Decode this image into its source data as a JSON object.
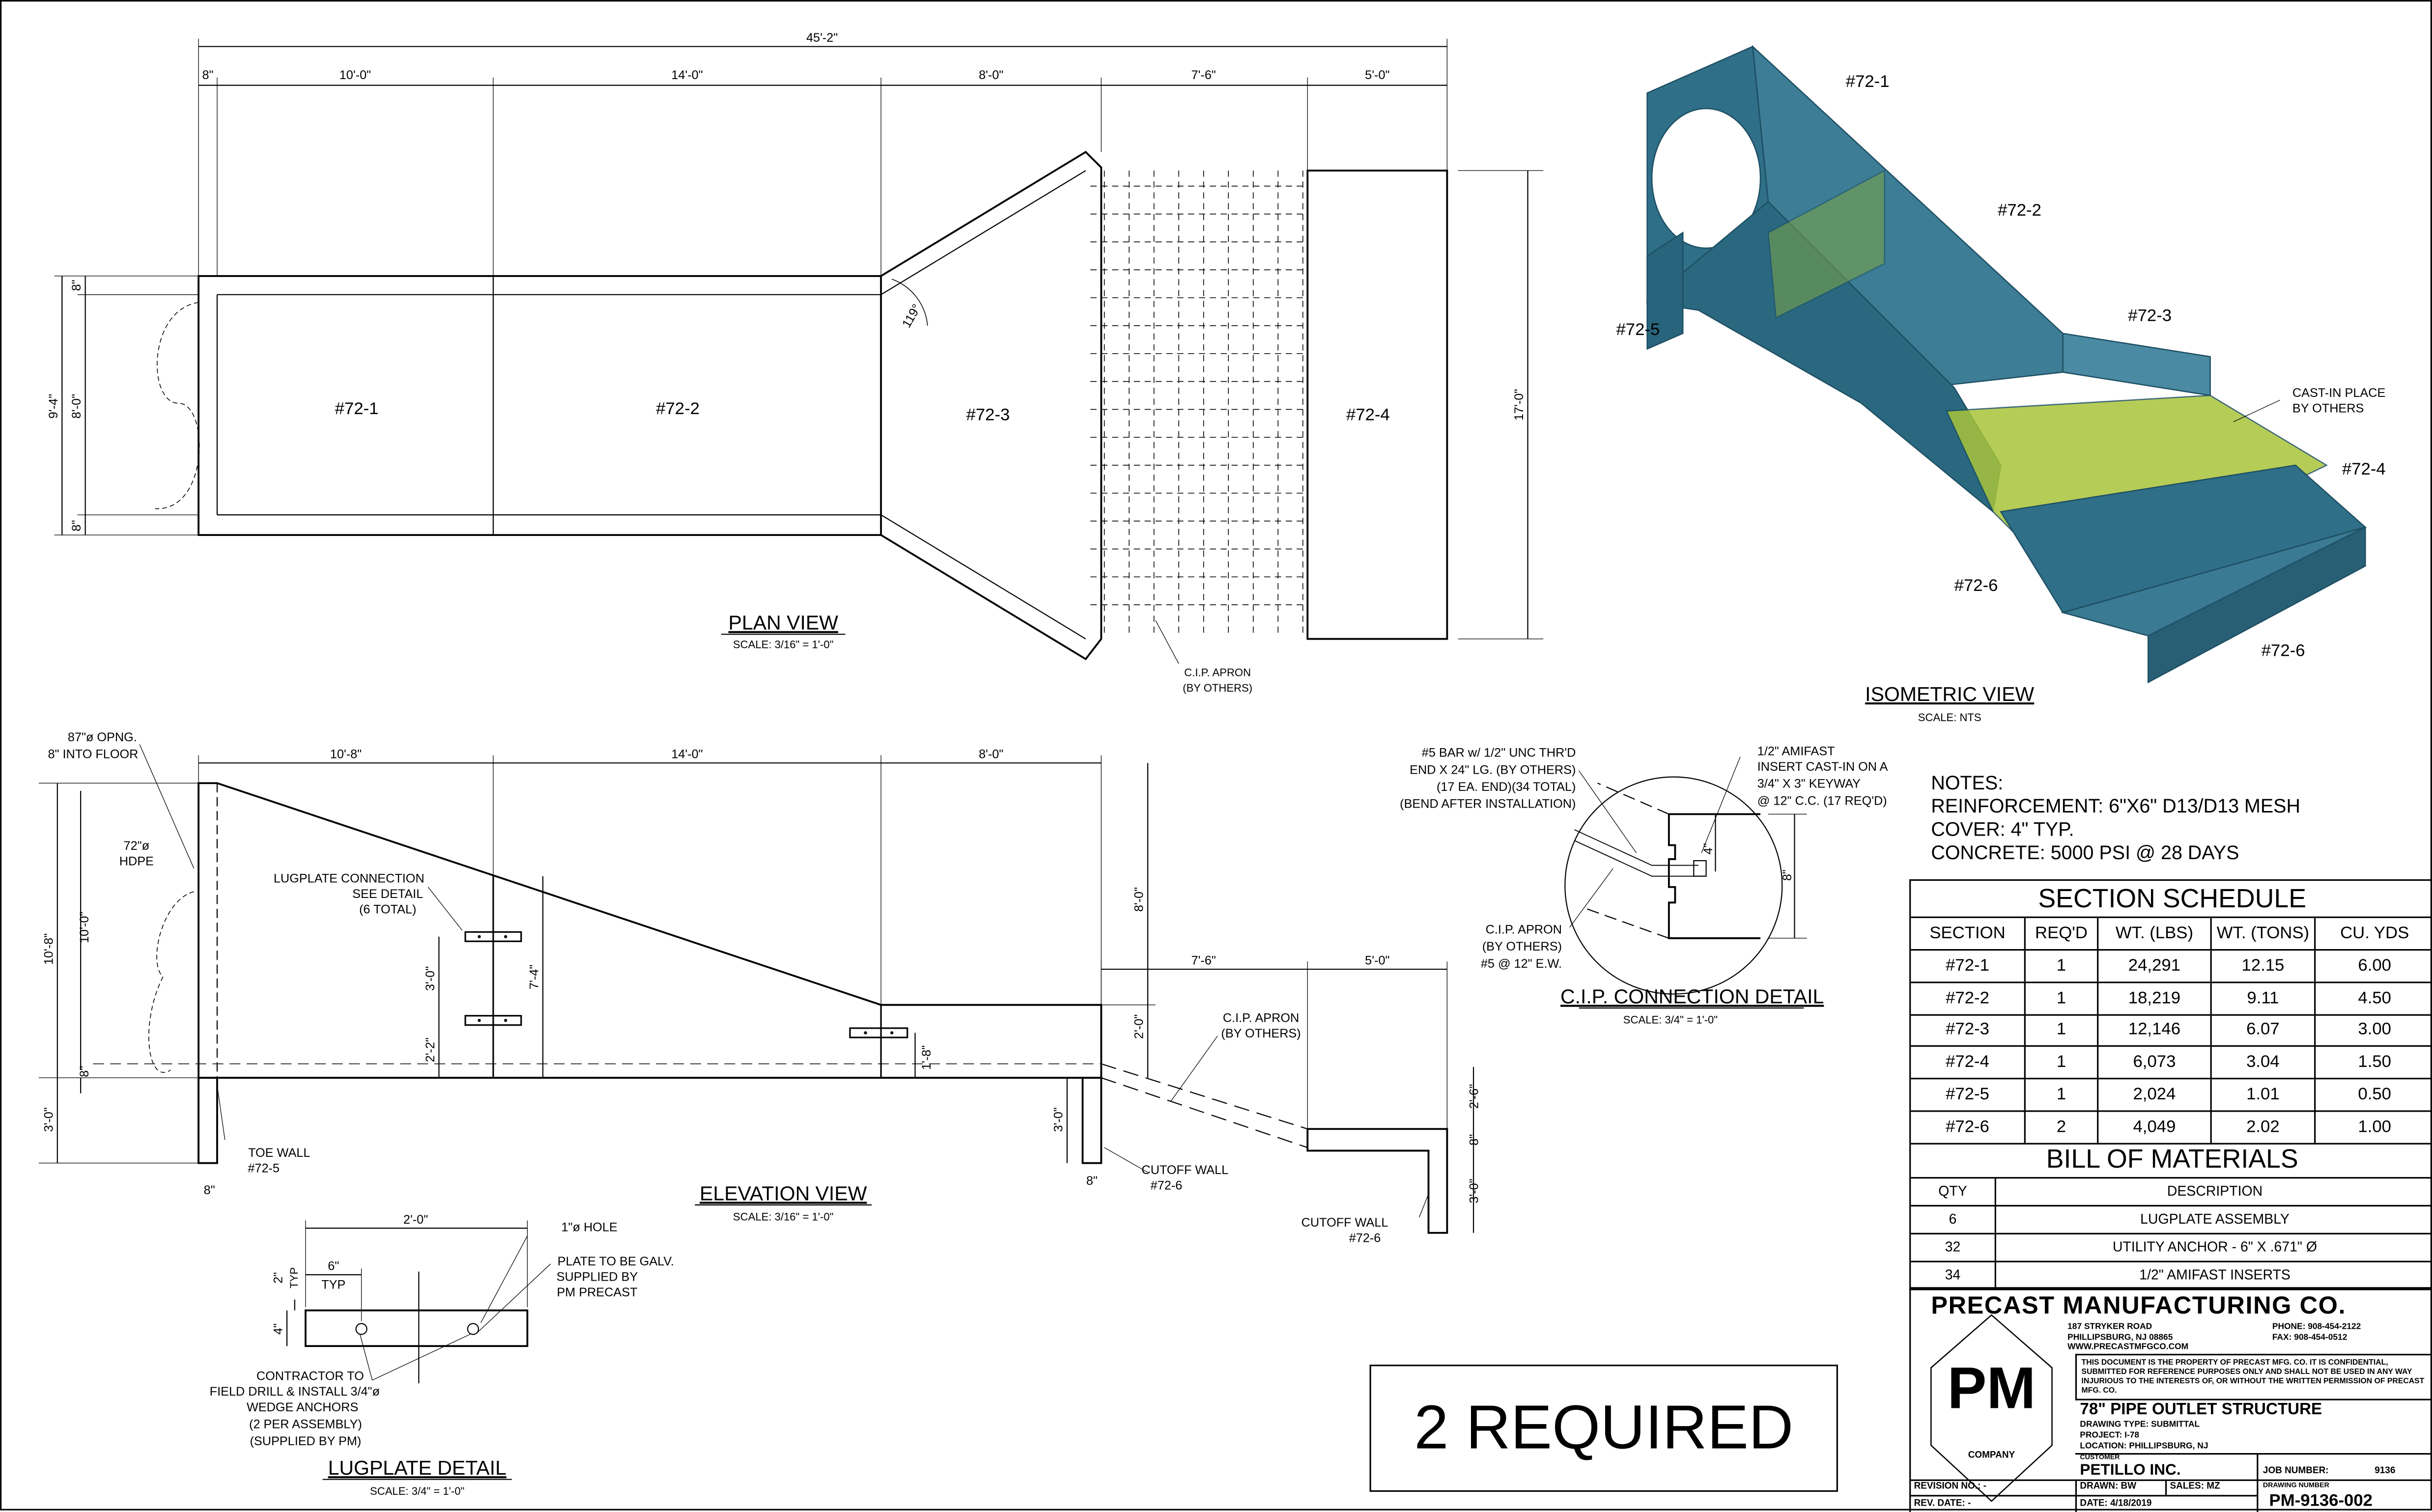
{
  "plan_view": {
    "title": "PLAN VIEW",
    "scale": "SCALE: 3/16\" = 1'-0\"",
    "overall": "45'-2\"",
    "dims": [
      "8\"",
      "10'-0\"",
      "14'-0\"",
      "8'-0\"",
      "7'-6\"",
      "5'-0\""
    ],
    "left_total": "9'-4\"",
    "left_top": "8\"",
    "left_mid": "8'-0\"",
    "left_bottom": "8\"",
    "right_dim": "17'-0\"",
    "angle": "119°",
    "sections": [
      "#72-1",
      "#72-2",
      "#72-3",
      "#72-4"
    ],
    "apron_note": [
      "C.I.P. APRON",
      "(BY OTHERS)"
    ]
  },
  "elevation_view": {
    "title": "ELEVATION VIEW",
    "scale": "SCALE: 3/16\" = 1'-0\"",
    "opening_note": [
      "87\"ø OPNG.",
      "8\" INTO FLOOR"
    ],
    "pipe_note": [
      "72\"ø",
      "HDPE"
    ],
    "lugplate_note": [
      "LUGPLATE CONNECTION",
      "SEE DETAIL",
      "(6 TOTAL)"
    ],
    "top_dims": [
      "10'-8\"",
      "14'-0\"",
      "8'-0\""
    ],
    "left_total": "10'-8\"",
    "left_inner": "10'-0\"",
    "left_floor": "8\"",
    "toe_depth": "3'-0\"",
    "lug_spacing": "3'-0\"",
    "lug_bottom": "2'-2\"",
    "wall_height": "7'-4\"",
    "end_height": "8'-0\"",
    "end_wall": "2'-0\"",
    "lug3_height": "1'-8\"",
    "apron_dims": [
      "7'-6\"",
      "5'-0\""
    ],
    "apron_note": [
      "C.I.P. APRON",
      "(BY OTHERS)"
    ],
    "cutoff_depth": "3'-0\"",
    "cutoff_width": "8\"",
    "toe_width": "8\"",
    "toe_note": [
      "TOE WALL",
      "#72-5"
    ],
    "cutoff_note": [
      "CUTOFF WALL",
      "#72-6"
    ],
    "cutoff_note2": [
      "CUTOFF WALL",
      "#72-6"
    ],
    "right_dims": [
      "2'-6\"",
      "8\"",
      "3'-0\""
    ]
  },
  "lugplate_detail": {
    "title": "LUGPLATE DETAIL",
    "scale": "SCALE: 3/4\" = 1'-0\"",
    "width": "2'-0\"",
    "edge": [
      "2\"",
      "TYP"
    ],
    "hole_offset": [
      "6\"",
      "TYP"
    ],
    "height": "4\"",
    "hole_note": "1\"ø HOLE",
    "plate_note": [
      "PLATE TO BE GALV.",
      "SUPPLIED BY",
      "PM PRECAST"
    ],
    "anchor_note": [
      "CONTRACTOR TO",
      "FIELD DRILL & INSTALL 3/4\"ø",
      "WEDGE ANCHORS",
      "(2 PER ASSEMBLY)",
      "(SUPPLIED BY PM)"
    ]
  },
  "connection_detail": {
    "title": "C.I.P. CONNECTION DETAIL",
    "scale": "SCALE: 3/4\" = 1'-0\"",
    "bar_note": [
      "#5 BAR w/ 1/2\" UNC THR'D",
      "END X 24\" LG. (BY OTHERS)",
      "(17 EA. END)(34 TOTAL)",
      "(BEND AFTER INSTALLATION)"
    ],
    "insert_note": [
      "1/2\" AMIFAST",
      "INSERT CAST-IN ON A",
      "3/4\" X 3\" KEYWAY",
      "@ 12\" C.C. (17 REQ'D)"
    ],
    "apron_note": [
      "C.I.P. APRON",
      "(BY OTHERS)",
      "#5 @ 12\" E.W."
    ],
    "dim_small": "4\"",
    "dim_large": "8\""
  },
  "isometric_view": {
    "title": "ISOMETRIC VIEW",
    "scale": "SCALE: NTS",
    "labels": [
      "#72-1",
      "#72-2",
      "#72-3",
      "#72-4",
      "#72-5",
      "#72-6",
      "#72-6"
    ],
    "cast_note": [
      "CAST-IN PLACE",
      "BY OTHERS"
    ],
    "colors": {
      "concrete": "#2f6f88",
      "apron": "#a8c43a"
    }
  },
  "notes": {
    "heading": "NOTES:",
    "lines": [
      "REINFORCEMENT: 6\"X6\" D13/D13 MESH",
      "COVER: 4\" TYP.",
      "CONCRETE: 5000 PSI @ 28 DAYS"
    ]
  },
  "section_schedule": {
    "title": "SECTION SCHEDULE",
    "headers": [
      "SECTION",
      "REQ'D",
      "WT. (LBS)",
      "WT. (TONS)",
      "CU. YDS"
    ],
    "rows": [
      [
        "#72-1",
        "1",
        "24,291",
        "12.15",
        "6.00"
      ],
      [
        "#72-2",
        "1",
        "18,219",
        "9.11",
        "4.50"
      ],
      [
        "#72-3",
        "1",
        "12,146",
        "6.07",
        "3.00"
      ],
      [
        "#72-4",
        "1",
        "6,073",
        "3.04",
        "1.50"
      ],
      [
        "#72-5",
        "1",
        "2,024",
        "1.01",
        "0.50"
      ],
      [
        "#72-6",
        "2",
        "4,049",
        "2.02",
        "1.00"
      ]
    ]
  },
  "bill_of_materials": {
    "title": "BILL OF MATERIALS",
    "headers": [
      "QTY",
      "DESCRIPTION"
    ],
    "rows": [
      [
        "6",
        "LUGPLATE ASSEMBLY"
      ],
      [
        "32",
        "UTILITY ANCHOR - 6\" X .671\" Ø"
      ],
      [
        "34",
        "1/2\" AMIFAST INSERTS"
      ]
    ]
  },
  "required": "2 REQUIRED",
  "title_block": {
    "company": "PRECAST MANUFACTURING CO.",
    "address": [
      "187 STRYKER ROAD",
      "PHILLIPSBURG, NJ 08865",
      "WWW.PRECASTMFGCO.COM"
    ],
    "phone": "PHONE: 908-454-2122",
    "fax": "FAX: 908-454-0512",
    "logo_text": "PM",
    "logo_sub": "COMPANY",
    "disclaimer": "THIS DOCUMENT IS THE PROPERTY OF PRECAST MFG. CO.  IT IS CONFIDENTIAL, SUBMITTED FOR REFERENCE PURPOSES ONLY AND SHALL NOT BE USED IN ANY WAY INJURIOUS TO THE INTERESTS OF, OR WITHOUT THE WRITTEN PERMISSION OF PRECAST MFG. CO.",
    "drawing_title": "78\" PIPE OUTLET STRUCTURE",
    "drawing_type": "DRAWING TYPE: SUBMITTAL",
    "project": "PROJECT: I-78",
    "location": "LOCATION: PHILLIPSBURG, NJ",
    "customer_label": "CUSTOMER",
    "customer": "PETILLO INC.",
    "job_label": "JOB NUMBER:",
    "job_number": "9136",
    "revision": "REVISION NO.: -",
    "rev_date": "REV. DATE: -",
    "drawn": "DRAWN:   BW",
    "sales": "SALES:   MZ",
    "date": "DATE: 4/18/2019",
    "drawing_number_label": "DRAWING NUMBER",
    "drawing_number": "PM-9136-002"
  }
}
